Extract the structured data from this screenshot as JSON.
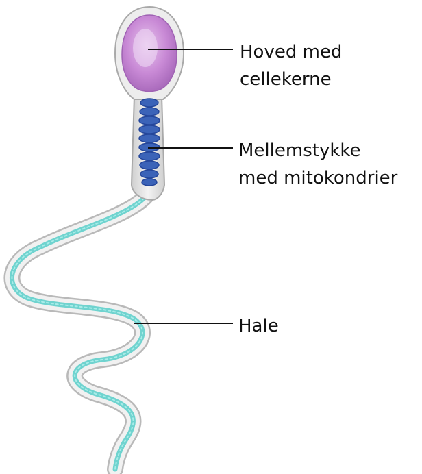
{
  "labels": {
    "head_line1": "Hoved med",
    "head_line2": "cellekerne",
    "mid_line1": "Mellemstykke",
    "mid_line2": "med mitokondrier",
    "tail": "Hale"
  },
  "colors": {
    "head_fill": "#c07fcf",
    "head_light": "#e3c2ea",
    "mitochondria": "#3b63b8",
    "mitochondria_dark": "#24469a",
    "tail": "#6fd3cf",
    "membrane": "#d9d9d9",
    "membrane_edge": "#a9a9a9",
    "leader": "#111111"
  },
  "icons": {
    "cell": "sperm-cell-illustration"
  }
}
